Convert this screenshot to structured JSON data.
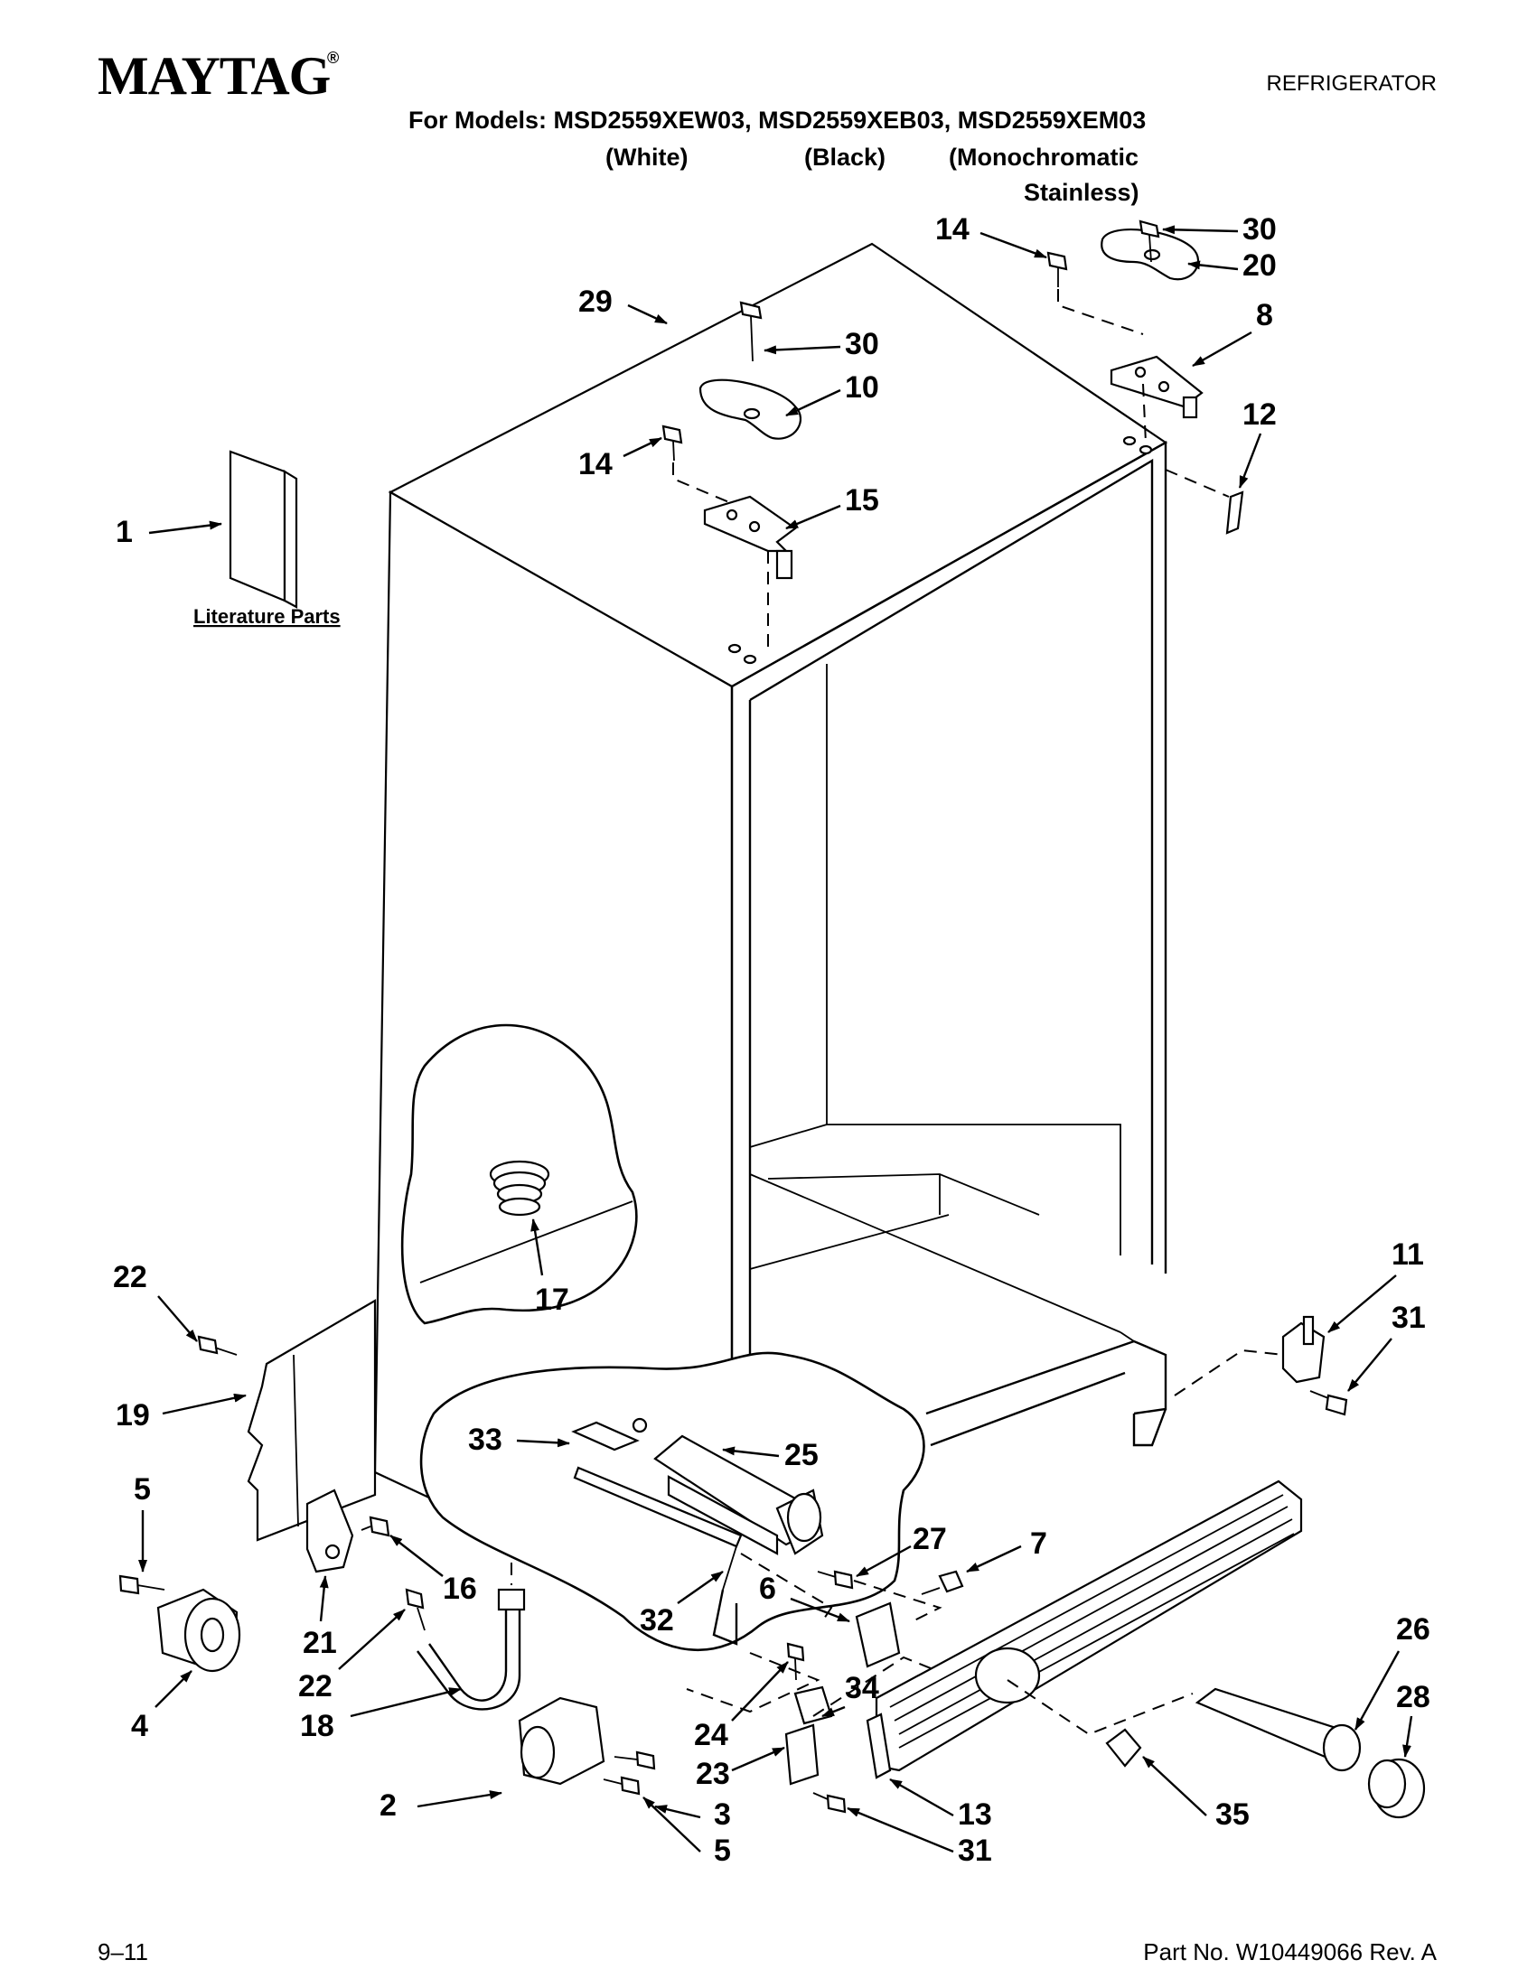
{
  "header": {
    "brand": "MAYTAG",
    "registered_mark": "®",
    "category": "REFRIGERATOR",
    "models_line": "For Models: MSD2559XEW03, MSD2559XEB03, MSD2559XEM03",
    "color_white": "(White)",
    "color_black": "(Black)",
    "color_mono_line1": "(Monochromatic",
    "color_mono_line2": "Stainless)"
  },
  "literature_label": "Literature Parts",
  "callouts": [
    "1",
    "2",
    "3",
    "4",
    "5",
    "5",
    "6",
    "7",
    "8",
    "10",
    "11",
    "12",
    "13",
    "14",
    "14",
    "15",
    "16",
    "17",
    "18",
    "19",
    "20",
    "21",
    "22",
    "22",
    "23",
    "24",
    "25",
    "26",
    "27",
    "28",
    "29",
    "30",
    "30",
    "31",
    "31",
    "32",
    "33",
    "34",
    "35"
  ],
  "footer": {
    "page": "9–11",
    "part_no": "Part No. W10449066 Rev. A"
  }
}
